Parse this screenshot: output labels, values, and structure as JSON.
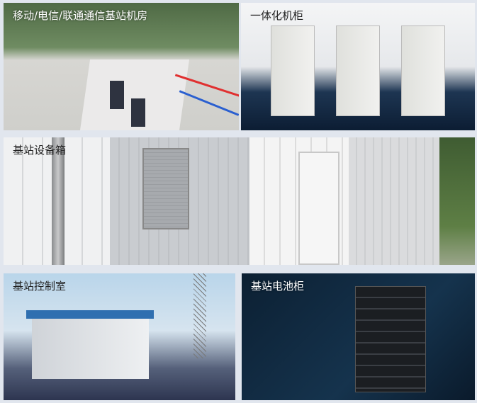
{
  "tiles": [
    {
      "label": "移动/电信/联通通信基站机房"
    },
    {
      "label": "一体化机柜"
    },
    {
      "label": "基站设备箱"
    },
    {
      "label": "基站控制室"
    },
    {
      "label": "基站电池柜"
    }
  ]
}
